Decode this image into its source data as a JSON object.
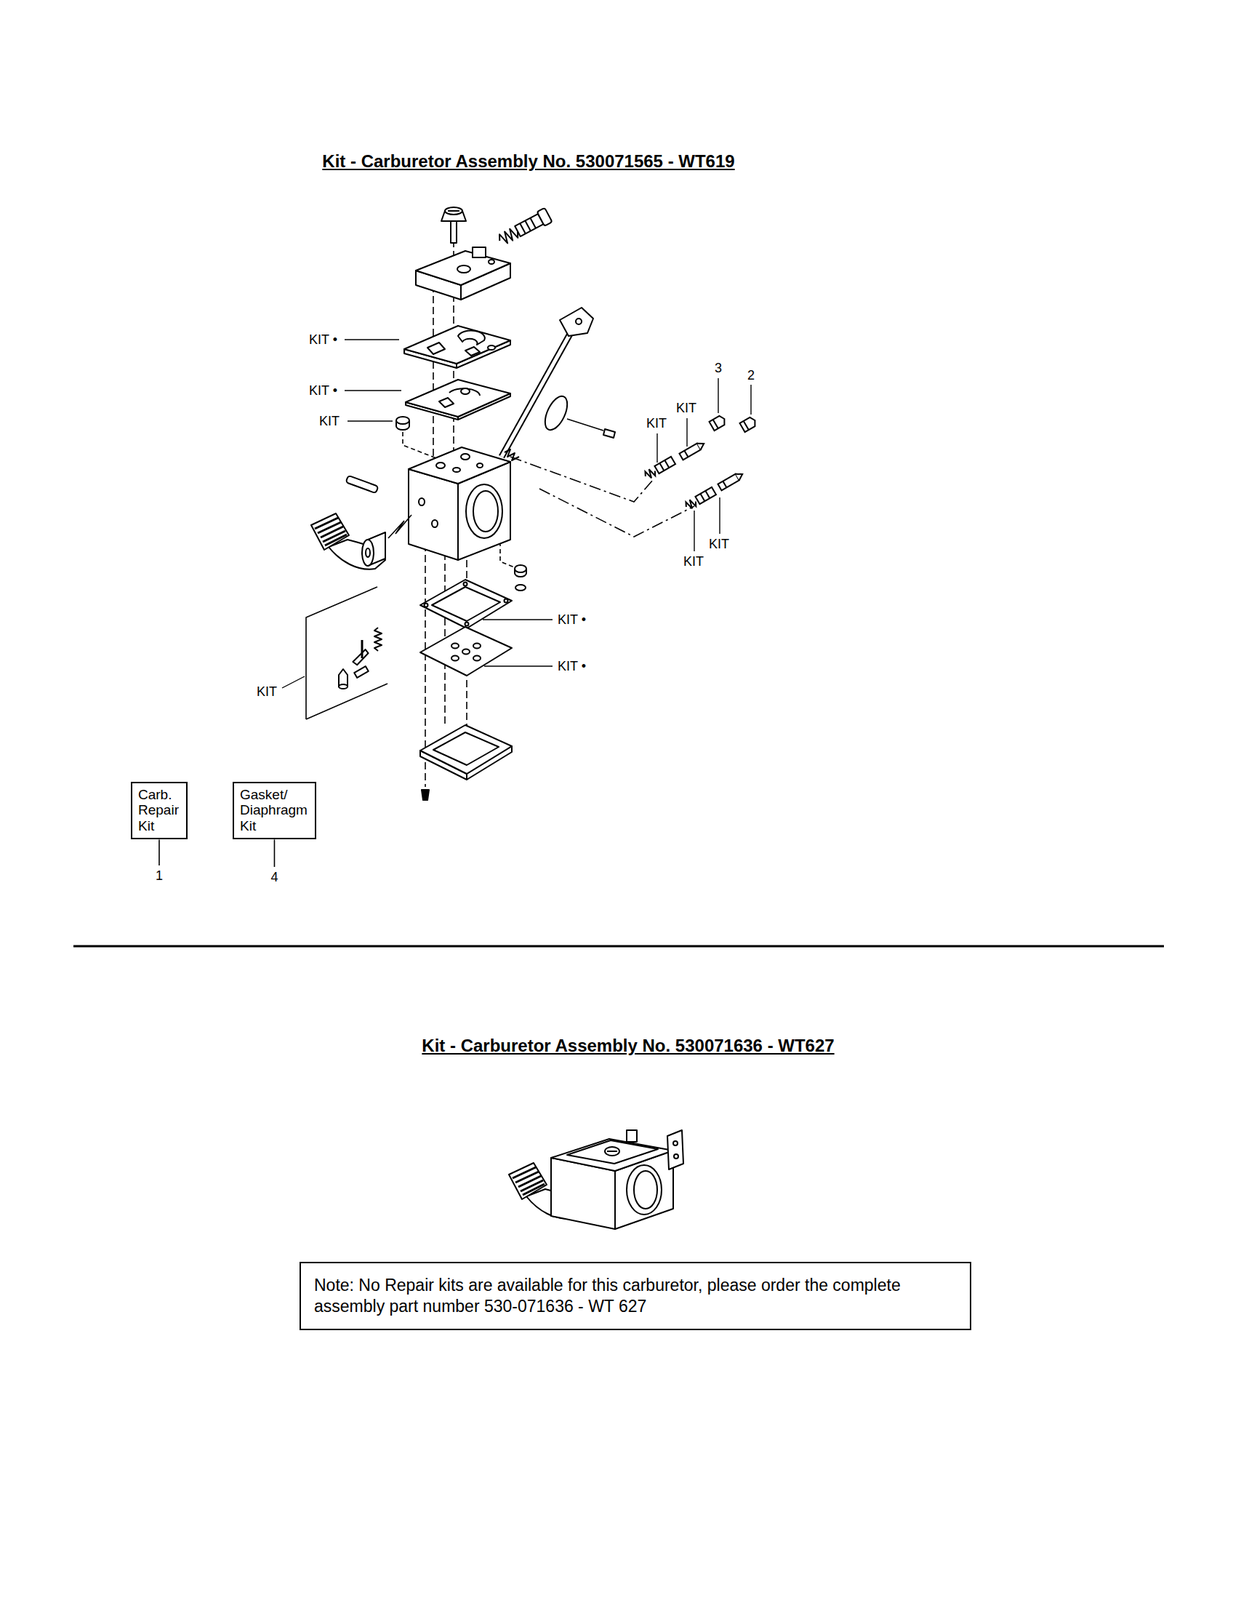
{
  "diagram": {
    "title": "Kit - Carburetor Assembly No. 530071565 - WT619",
    "nodes": [
      {
        "text": [
          "Carb. Repair Kit"
        ]
      },
      {
        "text": [
          "Gasket/ Diaphragm Kit"
        ]
      },
      {
        "text": [
          "Note: No Repair kits are available for this carburetor, please order the complete assembly part number 530-071636 - WT 627"
        ]
      }
    ],
    "labels": [
      "KIT •",
      "3",
      "2",
      "KIT •",
      "KIT",
      "KIT",
      "KIT",
      "KIT •",
      "KIT •",
      "KIT",
      "KIT",
      "KIT",
      "1",
      "4",
      "Kit - Carburetor Assembly No. 530071636 - WT627"
    ]
  }
}
